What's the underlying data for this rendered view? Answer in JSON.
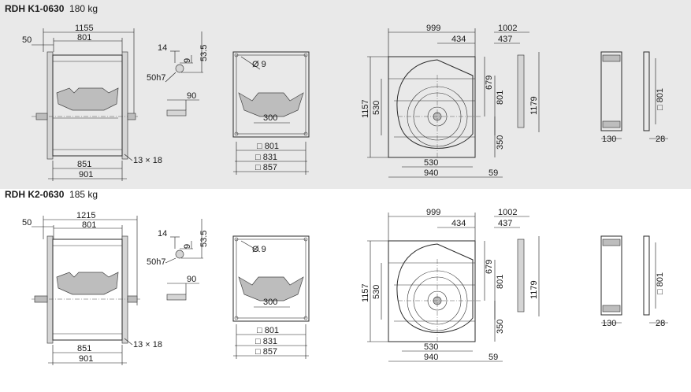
{
  "sections": [
    {
      "model": "RDH K1-0630",
      "weight": "180 kg",
      "side": {
        "overall": "1155",
        "width": "801",
        "offset": "50",
        "lower": "851",
        "base": "901",
        "holes": "13 × 18"
      },
      "shaft": {
        "keyway": "14",
        "key_height": "9",
        "height": "53.5",
        "diameter": "50h7",
        "length": "90"
      },
      "front": {
        "hole": "Ø 9",
        "inner": "300",
        "square1": "801",
        "square2": "831",
        "square3": "857"
      },
      "volute": {
        "width": "999",
        "half": "434",
        "right": "1002",
        "right_half": "437",
        "height": "1157",
        "inner_h": "530",
        "upper": "679",
        "mid": "801",
        "outlet": "1179",
        "low": "350",
        "inner_w": "530",
        "base_w": "940",
        "foot": "59"
      },
      "end": {
        "width": "130",
        "square": "801",
        "foot": "28"
      }
    },
    {
      "model": "RDH K2-0630",
      "weight": "185 kg",
      "side": {
        "overall": "1215",
        "width": "801",
        "offset": "50",
        "lower": "851",
        "base": "901",
        "holes": "13 × 18"
      },
      "shaft": {
        "keyway": "14",
        "key_height": "9",
        "height": "53.5",
        "diameter": "50h7",
        "length": "90"
      },
      "front": {
        "hole": "Ø 9",
        "inner": "300",
        "square1": "801",
        "square2": "831",
        "square3": "857"
      },
      "volute": {
        "width": "999",
        "half": "434",
        "right": "1002",
        "right_half": "437",
        "height": "1157",
        "inner_h": "530",
        "upper": "679",
        "mid": "801",
        "outlet": "1179",
        "low": "350",
        "inner_w": "530",
        "base_w": "940",
        "foot": "59"
      },
      "end": {
        "width": "130",
        "square": "801",
        "foot": "28"
      }
    }
  ]
}
